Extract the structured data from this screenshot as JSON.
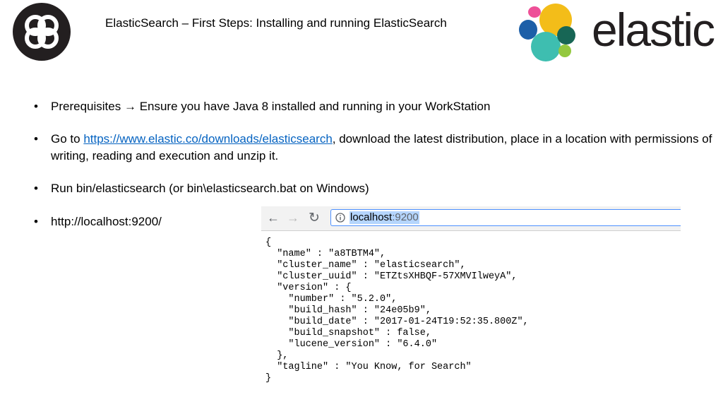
{
  "slide": {
    "title": "ElasticSearch – First Steps: Installing and running ElasticSearch",
    "brand_wordmark": "elastic"
  },
  "bullets": [
    {
      "before_arrow": "Prerequisites",
      "arrow_glyph": "→",
      "after_arrow": "Ensure you have Java 8 installed and running in your WorkStation"
    },
    {
      "prefix": "Go to",
      "link": "https://www.elastic.co/downloads/elasticsearch",
      "suffix": ", download the latest distribution, place in a location with permissions of writing, reading and execution and unzip it."
    },
    {
      "text": "Run bin/elasticsearch (or bin\\elasticsearch.bat on Windows)"
    },
    {
      "text": "http://localhost:9200/"
    }
  ],
  "browser": {
    "url_host": "localhost",
    "url_port": ":9200",
    "json_lines": [
      "{",
      "  \"name\" : \"a8TBTM4\",",
      "  \"cluster_name\" : \"elasticsearch\",",
      "  \"cluster_uuid\" : \"ETZtsXHBQF-57XMVIlweyA\",",
      "  \"version\" : {",
      "    \"number\" : \"5.2.0\",",
      "    \"build_hash\" : \"24e05b9\",",
      "    \"build_date\" : \"2017-01-24T19:52:35.800Z\",",
      "    \"build_snapshot\" : false,",
      "    \"lucene_version\" : \"6.4.0\"",
      "  },",
      "  \"tagline\" : \"You Know, for Search\"",
      "}"
    ]
  },
  "icons": {
    "company_logo": "interlinked-rings-logo",
    "elastic_logo": "elastic-cluster-logo",
    "back": "arrow-left-icon",
    "forward": "arrow-right-icon",
    "reload": "reload-icon",
    "info": "info-circle-icon"
  },
  "colors": {
    "link": "#0563c1",
    "logo_dark": "#231f20",
    "url_highlight": "#b5d5fd",
    "elastic_yellow": "#f3bd19",
    "elastic_teal": "#3ebeb0",
    "elastic_pink": "#ee5097",
    "elastic_blue": "#1c5fa8",
    "elastic_green": "#176655",
    "elastic_lime": "#93c83e"
  }
}
